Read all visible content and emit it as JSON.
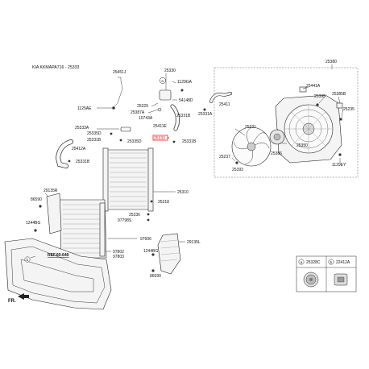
{
  "header": {
    "title": "KIA KKMAPA716 - 25333"
  },
  "highlight": {
    "part": "25333",
    "color": "#e32626"
  },
  "legend": [
    {
      "badge": "a",
      "code": "25328C"
    },
    {
      "badge": "b",
      "code": "22412A"
    }
  ],
  "labels": {
    "p25380": "25380",
    "p25451J": "25451J",
    "p25330": "25330",
    "p1129GA": "1129GA",
    "p54148D": "54148D",
    "p25441A": "25441A",
    "p25395": "25395",
    "p25385B": "25385B",
    "p25235": "25235",
    "p25411": "25411",
    "p25329": "25329",
    "p25387A": "25387A",
    "p1125AE": "1125AE",
    "p10743A": "10743A",
    "p25331B_a": "25331B",
    "p25331A": "25331A",
    "p25411E": "25411E",
    "p25333A": "25333A",
    "p25335D_a": "25335D",
    "p25333": "25333",
    "p25331B_b": "25331B",
    "p25331B_c": "25331B",
    "p25335D_b": "25335D",
    "p25231": "25231",
    "p25386": "25386",
    "p25350": "25350",
    "p25237": "25237",
    "p25393": "25393",
    "p1129EY": "1129EY",
    "p25412A": "25412A",
    "p25331B_d": "25331B",
    "p29135R": "29135R",
    "p86590": "86590",
    "p25310": "25310",
    "p25318": "25318",
    "p25336": "25336",
    "p97798S": "97798S",
    "p1244BG_a": "1244BG",
    "p97606": "97606",
    "p29135L": "29135L",
    "p1244BG_b": "1244BG",
    "p97802": "97802",
    "p97803": "97803",
    "p86590b": "86590",
    "ref": "REF.60-640",
    "fr": "FR."
  }
}
